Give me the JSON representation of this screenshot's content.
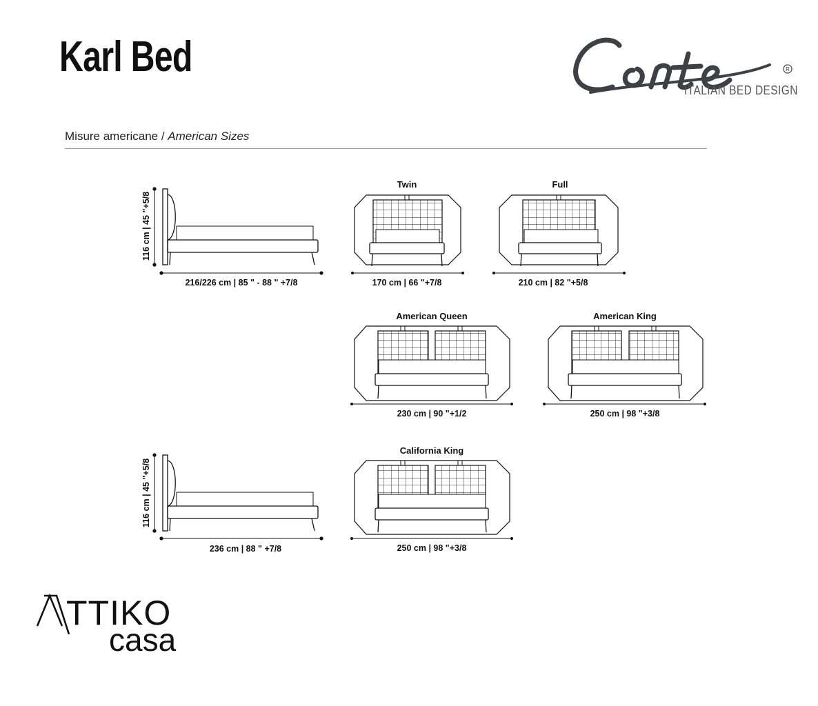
{
  "header": {
    "title": "Karl Bed",
    "brand_name": "Conte",
    "brand_registered": "®",
    "brand_tagline": "ITALIAN BED DESIGN"
  },
  "section": {
    "label_it": "Misure americane /",
    "label_en": "American Sizes"
  },
  "side_views": [
    {
      "height_label": "116 cm | 45 \"+5/8",
      "length_label": "216/226 cm | 85 \" - 88 \" +7/8"
    },
    {
      "height_label": "116 cm | 45 \"+5/8",
      "length_label": "236 cm | 88 \" +7/8"
    }
  ],
  "sizes": [
    {
      "name": "Twin",
      "width_label": "170 cm | 66 \"+7/8",
      "panels": 1
    },
    {
      "name": "Full",
      "width_label": "210 cm | 82 \"+5/8",
      "panels": 1
    },
    {
      "name": "American Queen",
      "width_label": "230 cm | 90 \"+1/2",
      "panels": 2
    },
    {
      "name": "American King",
      "width_label": "250 cm | 98 \"+3/8",
      "panels": 2
    },
    {
      "name": "California King",
      "width_label": "250 cm | 98 \"+3/8",
      "panels": 2
    }
  ],
  "footer": {
    "logo_line1": "ATTIKO",
    "logo_line2": "casa"
  }
}
